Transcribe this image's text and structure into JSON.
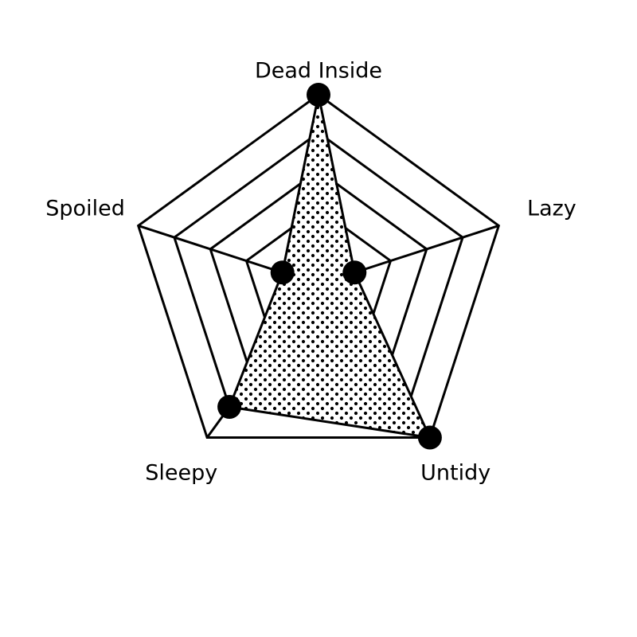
{
  "chart_data": {
    "type": "radar",
    "axes": [
      "Dead Inside",
      "Lazy",
      "Untidy",
      "Sleepy",
      "Spoiled"
    ],
    "values": [
      100,
      20,
      100,
      80,
      20
    ],
    "range": [
      0,
      100
    ],
    "grid_levels": [
      20,
      40,
      60,
      80,
      100
    ],
    "fill_pattern": "dots",
    "colors": {
      "line": "#000000",
      "marker": "#000000",
      "background": "#ffffff"
    }
  }
}
